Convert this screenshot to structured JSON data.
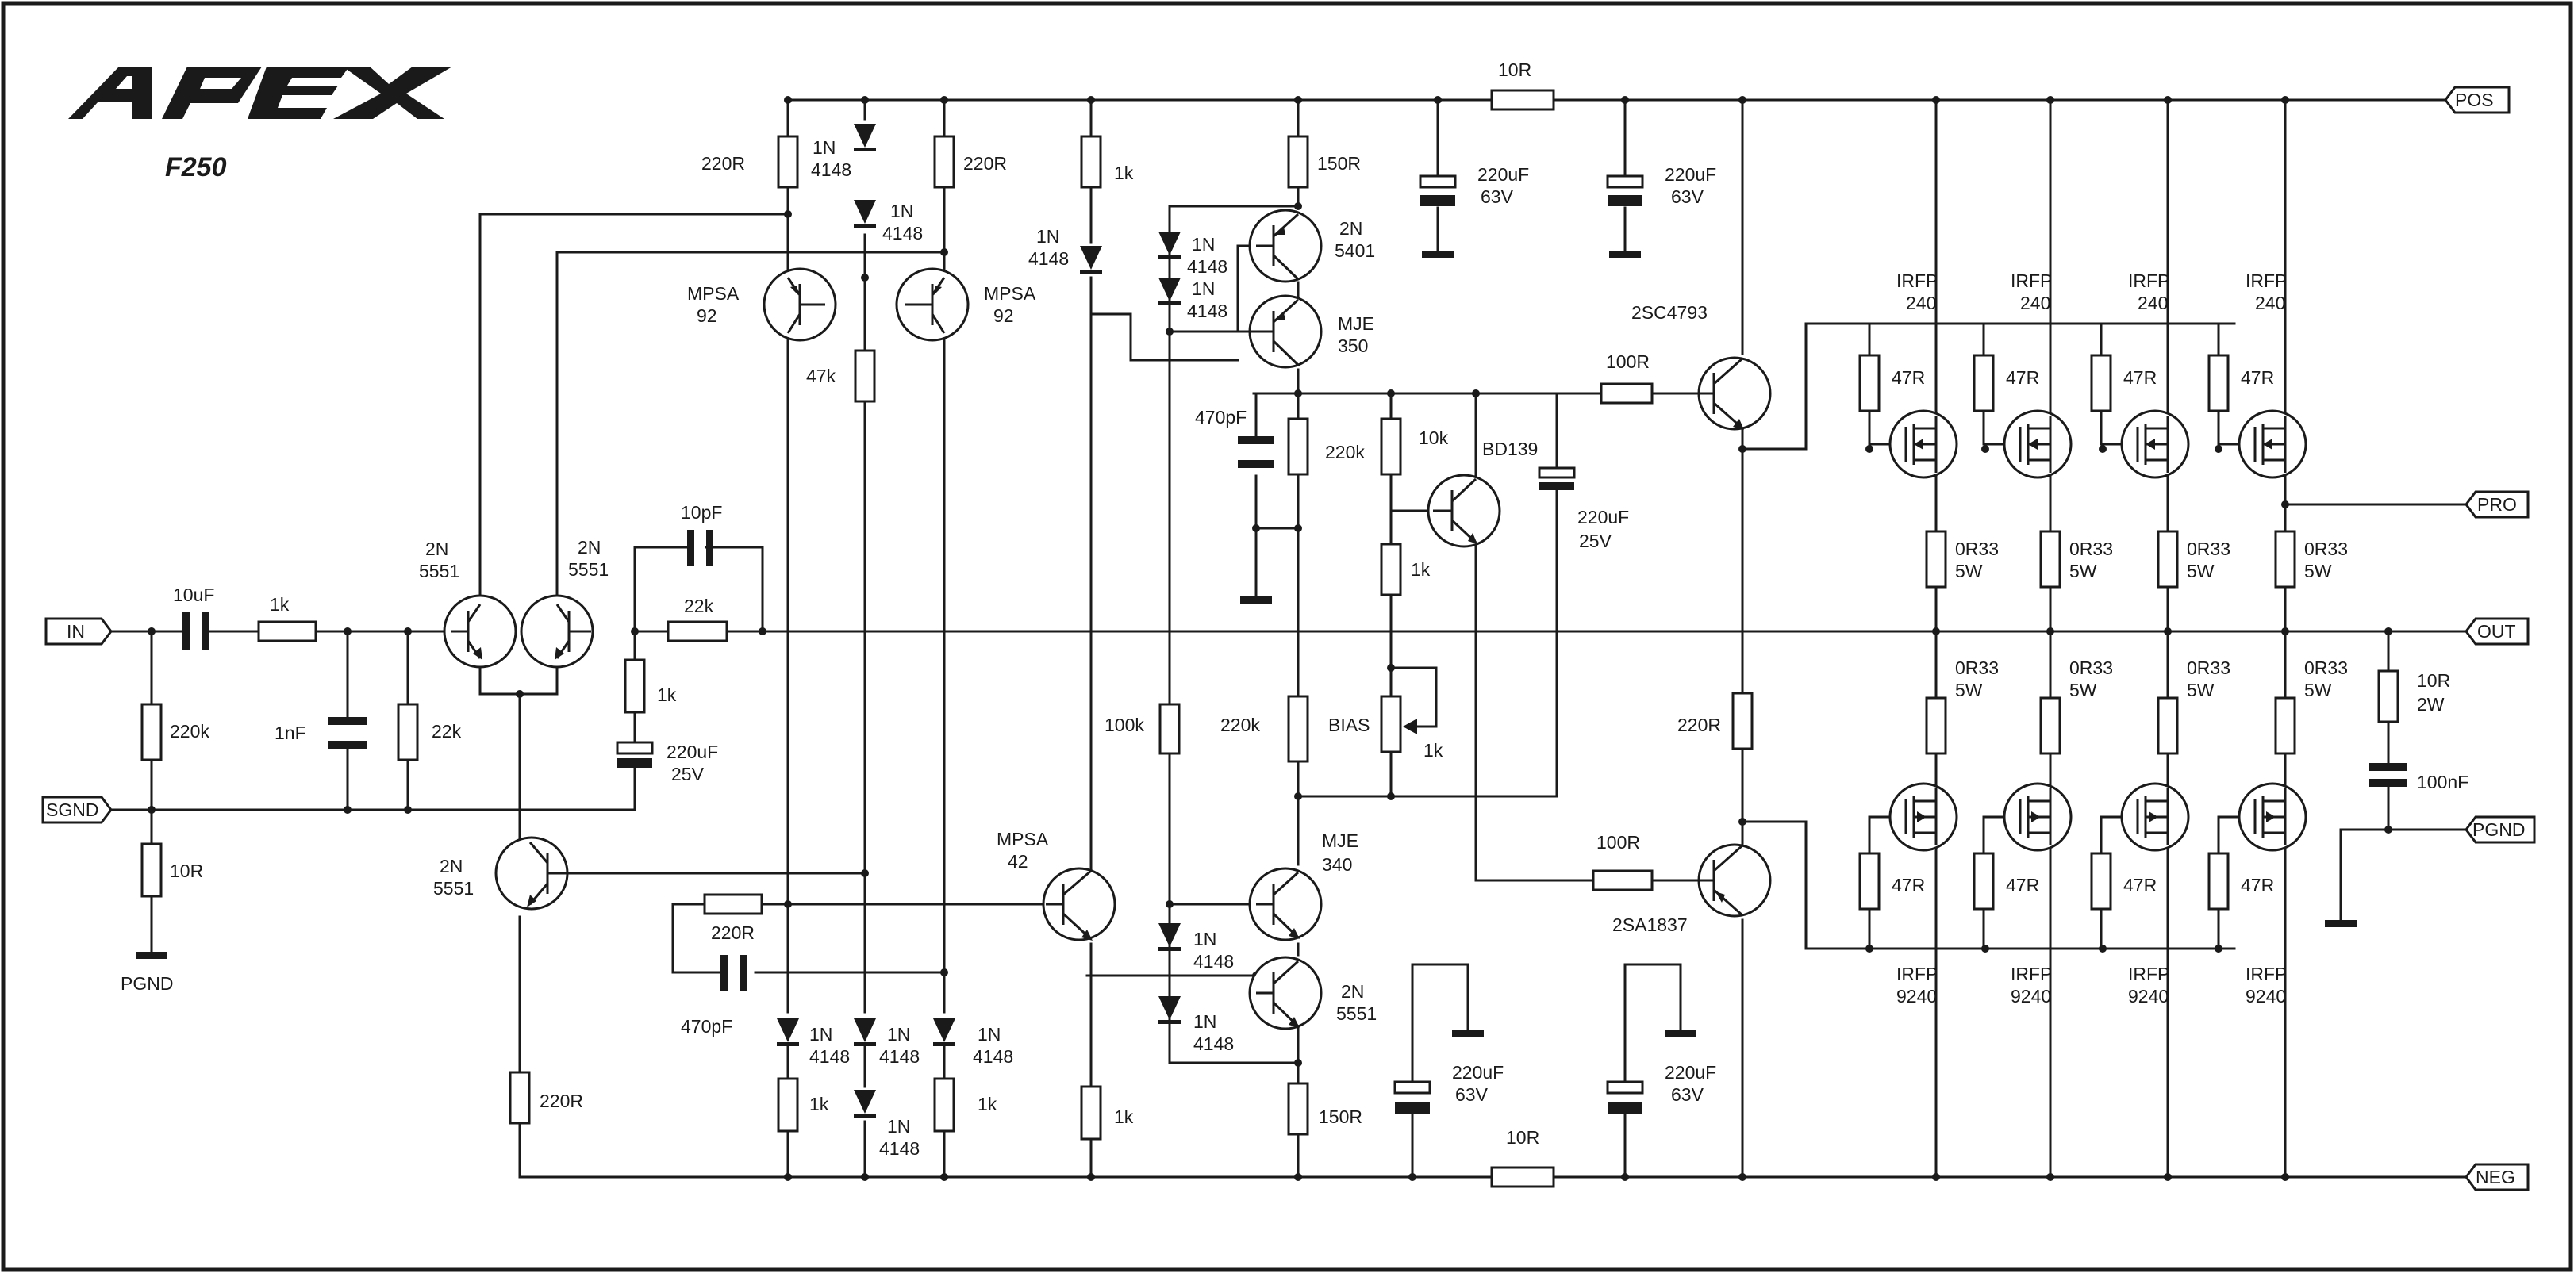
{
  "brand": {
    "logo": "APEX",
    "model": "F250"
  },
  "ports": {
    "in": "IN",
    "sgnd": "SGND",
    "pos": "POS",
    "pro": "PRO",
    "out": "OUT",
    "pgnd": "PGND",
    "neg": "NEG"
  },
  "ground_labels": {
    "input_pgnd": "PGND"
  },
  "input_stage": {
    "c_in": "10uF",
    "r_in": "1k",
    "r_shunt": "220k",
    "c_rf": "1nF",
    "r_bias": "22k",
    "r_gnd": "10R",
    "q1": [
      "2N",
      "5551"
    ],
    "q2": [
      "2N",
      "5551"
    ],
    "c_fb": "10pF",
    "r_fb": "22k",
    "r_fb2": "1k",
    "c_fb2": [
      "220uF",
      "25V"
    ],
    "q_tail": [
      "2N",
      "5551"
    ],
    "r_tail": "220R"
  },
  "vas_top": {
    "r_left": "220R",
    "d1": [
      "1N",
      "4148"
    ],
    "d2": [
      "1N",
      "4148"
    ],
    "r_right": "220R",
    "q_left": [
      "MPSA",
      "92"
    ],
    "q_right": [
      "MPSA",
      "92"
    ],
    "r_mid": "47k",
    "r_1k": "1k",
    "d3": [
      "1N",
      "4148"
    ]
  },
  "driver_top": {
    "r_150": "150R",
    "d_a": [
      "1N",
      "4148"
    ],
    "d_b": [
      "1N",
      "4148"
    ],
    "q_2n5401": [
      "2N",
      "5401"
    ],
    "q_mje350": [
      "MJE",
      "350"
    ],
    "c_470": "470pF",
    "r_220k": "220k",
    "r_10k": "10k",
    "q_bd139": "BD139",
    "r_1k": "1k",
    "c_220": [
      "220uF",
      "25V"
    ]
  },
  "supply_top": {
    "r_10": "10R",
    "c1": [
      "220uF",
      "63V"
    ],
    "c2": [
      "220uF",
      "63V"
    ]
  },
  "output_top": {
    "r_100": "100R",
    "q_driver": "2SC4793",
    "mosfets": [
      {
        "name": [
          "IRFP",
          "240"
        ],
        "gate_r": "47R",
        "src_r": [
          "0R33",
          "5W"
        ]
      },
      {
        "name": [
          "IRFP",
          "240"
        ],
        "gate_r": "47R",
        "src_r": [
          "0R33",
          "5W"
        ]
      },
      {
        "name": [
          "IRFP",
          "240"
        ],
        "gate_r": "47R",
        "src_r": [
          "0R33",
          "5W"
        ]
      },
      {
        "name": [
          "IRFP",
          "240"
        ],
        "gate_r": "47R",
        "src_r": [
          "0R33",
          "5W"
        ]
      }
    ]
  },
  "output_bottom": {
    "r_220": "220R",
    "r_100": "100R",
    "q_driver": "2SA1837",
    "mosfets": [
      {
        "name": [
          "IRFP",
          "9240"
        ],
        "gate_r": "47R",
        "src_r": [
          "0R33",
          "5W"
        ]
      },
      {
        "name": [
          "IRFP",
          "9240"
        ],
        "gate_r": "47R",
        "src_r": [
          "0R33",
          "5W"
        ]
      },
      {
        "name": [
          "IRFP",
          "9240"
        ],
        "gate_r": "47R",
        "src_r": [
          "0R33",
          "5W"
        ]
      },
      {
        "name": [
          "IRFP",
          "9240"
        ],
        "gate_r": "47R",
        "src_r": [
          "0R33",
          "5W"
        ]
      }
    ],
    "zobel_r": [
      "10R",
      "2W"
    ],
    "zobel_c": "100nF"
  },
  "vas_bottom": {
    "r_100k": "100k",
    "r_220k": "220k",
    "bias": "BIAS",
    "pot": "1k",
    "q_mpsa42": [
      "MPSA",
      "42"
    ],
    "q_mje340": [
      "MJE",
      "340"
    ],
    "r_220": "220R",
    "c_470": "470pF",
    "d1": [
      "1N",
      "4148"
    ],
    "d2": [
      "1N",
      "4148"
    ],
    "d3": [
      "1N",
      "4148"
    ],
    "d4": [
      "1N",
      "4148"
    ],
    "d5": [
      "1N",
      "4148"
    ],
    "d6": [
      "1N",
      "4148"
    ],
    "q_2n5551": [
      "2N",
      "5551"
    ],
    "r_1k_a": "1k",
    "r_1k_b": "1k",
    "r_1k_c": "1k",
    "r_150": "150R"
  },
  "supply_bottom": {
    "r_10": "10R",
    "c1": [
      "220uF",
      "63V"
    ],
    "c2": [
      "220uF",
      "63V"
    ]
  }
}
